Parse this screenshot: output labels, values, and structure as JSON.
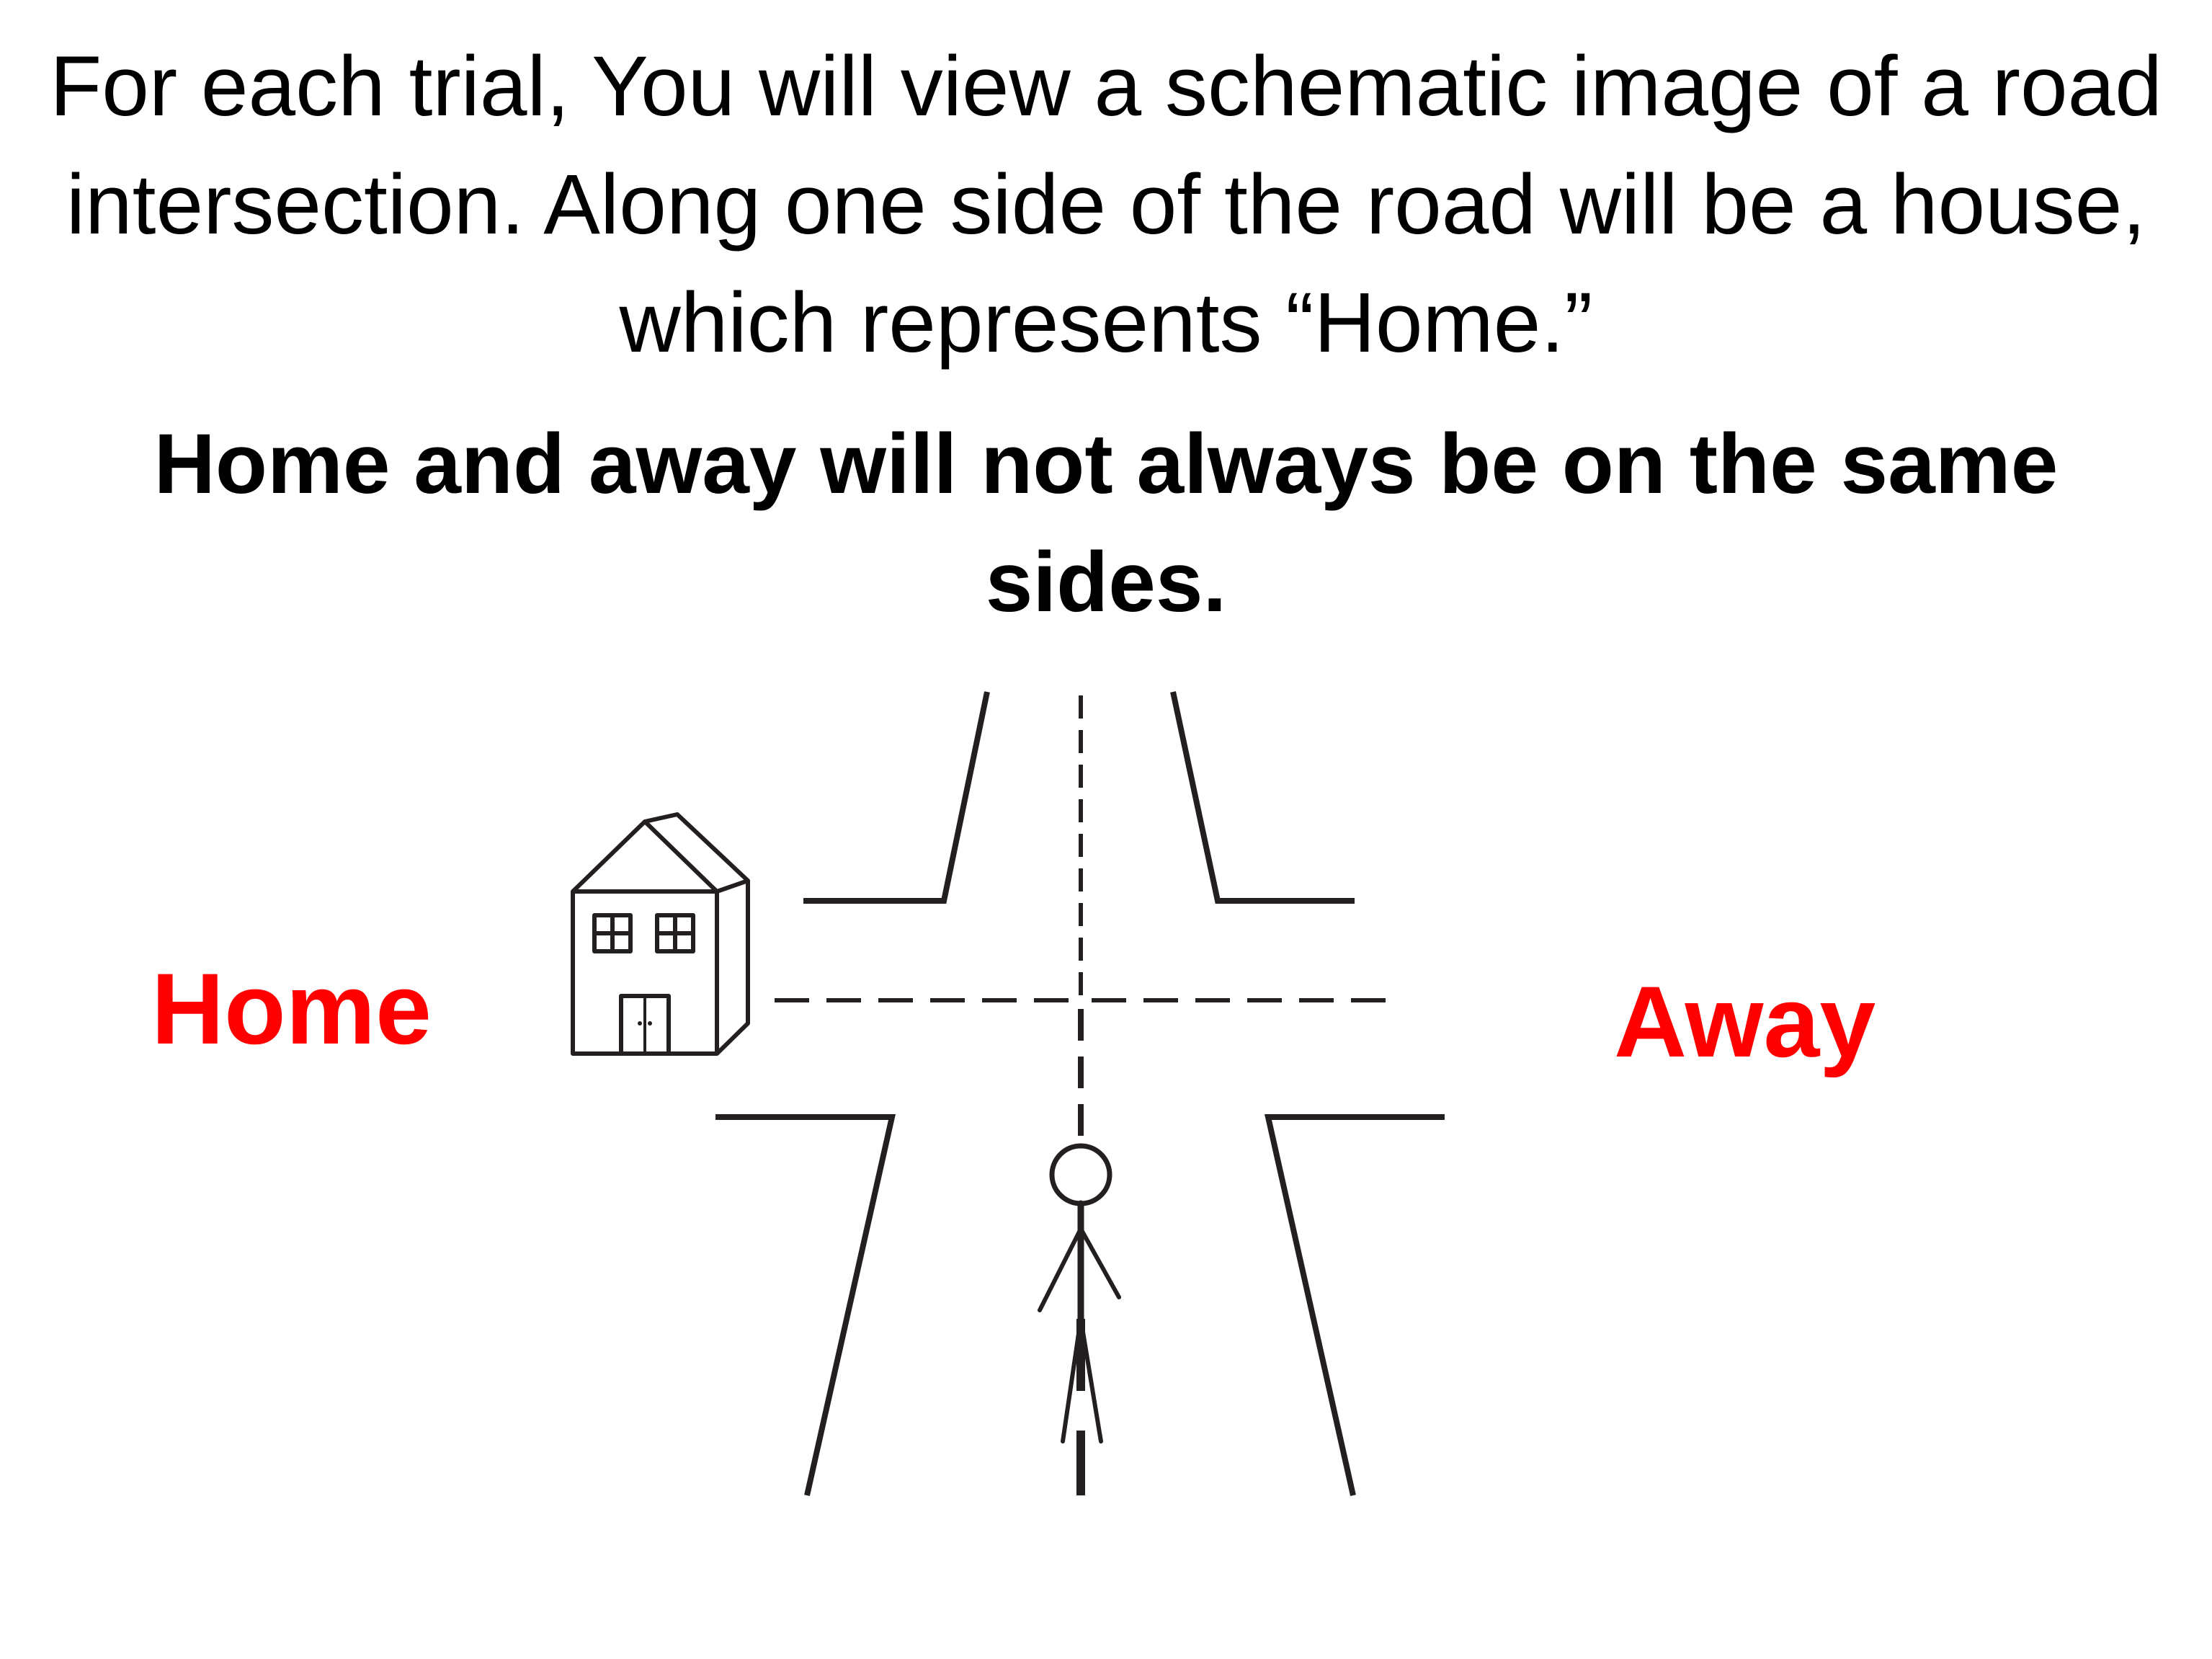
{
  "instructions": "For each trial, You will view a schematic image of a road intersection. Along one side of the road will be a house, which represents “Home.”",
  "note": "Home and away will not always be on the same sides.",
  "labels": {
    "home": "Home",
    "away": "Away"
  },
  "colors": {
    "text": "#000000",
    "label": "#ff0000",
    "line": "#231f20"
  },
  "icons": {
    "house": "house-icon",
    "person": "stick-figure-icon"
  }
}
